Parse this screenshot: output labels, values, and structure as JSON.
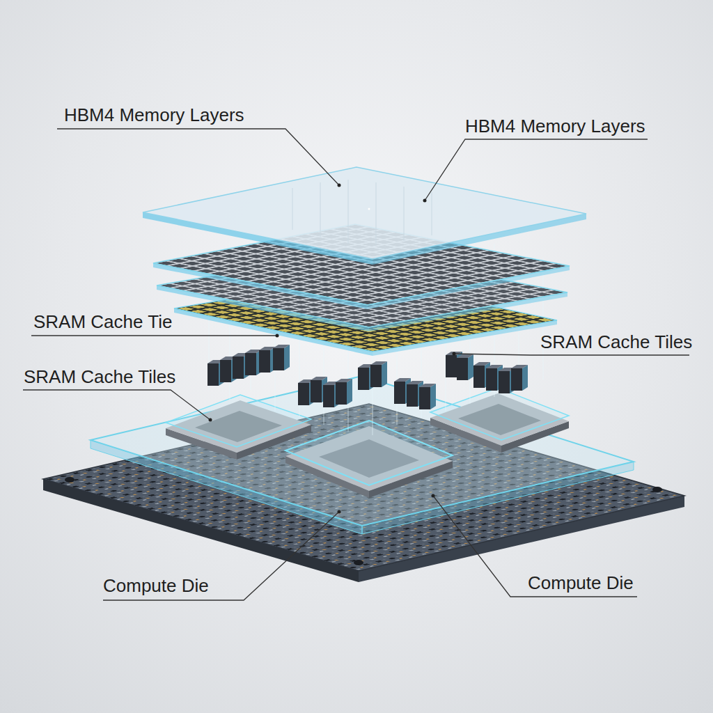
{
  "diagram": {
    "labels": [
      "HBM4 Memory Layers",
      "HBM4 Memory Layers",
      "SRAM Cache Tie",
      "SRAM Cache Tiles",
      "SRAM Cache Tiles",
      "Compute Die",
      "Compute Die"
    ]
  }
}
